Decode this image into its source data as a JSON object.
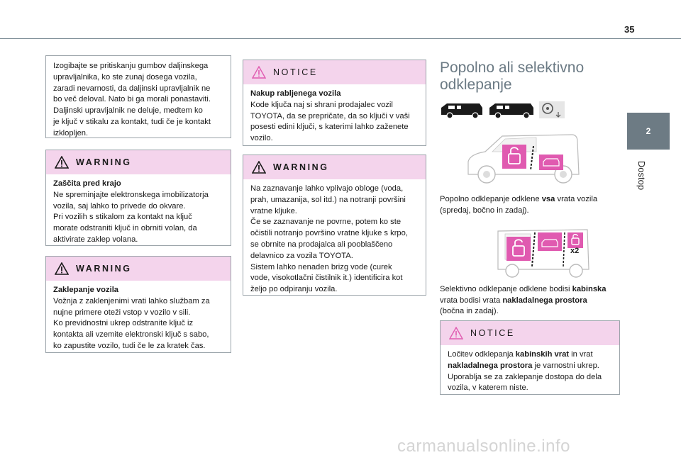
{
  "page_number": "35",
  "side_tab": {
    "number": "2",
    "label": "Dostop"
  },
  "col1": {
    "intro_lines": [
      "Izogibajte se pritiskanju gumbov daljinskega",
      "upravljalnika, ko ste zunaj dosega vozila,",
      "zaradi nevarnosti, da daljinski upravljalnik ne",
      "bo več deloval. Nato bi ga morali ponastaviti.",
      "Daljinski upravljalnik ne deluje, medtem ko",
      "je ključ v stikalu za kontakt, tudi če je kontakt",
      "izklopljen."
    ],
    "warning1": {
      "header": "WARNING",
      "title": "Zaščita pred krajo",
      "lines": [
        "Ne spreminjajte elektronskega imobilizatorja",
        "vozila, saj lahko to privede do okvare.",
        "Pri vozilih s stikalom za kontakt na ključ",
        "morate odstraniti ključ in obrniti volan, da",
        "aktivirate zaklep volana."
      ]
    },
    "warning2": {
      "header": "WARNING",
      "title": "Zaklepanje vozila",
      "lines": [
        "Vožnja z zaklenjenimi vrati lahko službam za",
        "nujne primere oteži vstop v vozilo v sili.",
        "Ko previdnostni ukrep odstranite ključ iz",
        "kontakta ali vzemite elektronski ključ s sabo,",
        "ko zapustite vozilo, tudi če le za kratek čas."
      ]
    }
  },
  "col2": {
    "notice": {
      "header": "NOTICE",
      "title": "Nakup rabljenega vozila",
      "lines": [
        "Kode ključa naj si shrani prodajalec vozil",
        "TOYOTA, da se prepričate, da so ključi v vaši",
        "posesti edini ključi, s katerimi lahko zaženete",
        "vozilo."
      ]
    },
    "warning": {
      "header": "WARNING",
      "lines": [
        "Na zaznavanje lahko vplivajo obloge (voda,",
        "prah, umazanija, sol itd.) na notranji površini",
        "vratne kljuke.",
        "Če se zaznavanje ne povrne, potem ko ste",
        "očistili notranjo površino vratne kljuke s krpo,",
        "se obrnite na prodajalca ali pooblaščeno",
        "delavnico za vozila TOYOTA.",
        "Sistem lahko nenaden brizg vode (curek",
        "vode, visokotlačni čistilnik it.) identificira kot",
        "željo po odpiranju vozila."
      ]
    }
  },
  "col3": {
    "title_line1": "Popolno ali selektivno",
    "title_line2": "odklepanje",
    "p1": {
      "pre": "Popolno odklepanje odklene ",
      "bold": "vsa",
      "post": " vrata vozila",
      "line2": "(spredaj, bočno in zadaj)."
    },
    "figure2_badge": "x2",
    "p2": {
      "pre": "Selektivno odklepanje odklene bodisi ",
      "bold1": "kabinska",
      "mid": "vrata bodisi vrata ",
      "bold2": "nakladalnega prostora",
      "line3": "(bočna in zadaj)."
    },
    "notice": {
      "header": "NOTICE",
      "l1_pre": "Ločitev odklepanja ",
      "l1_bold": "kabinskih vrat",
      "l1_post": " in vrat",
      "l2_bold": "nakladalnega prostora",
      "l2_post": " je varnostni ukrep.",
      "l3": "Uporablja se za zaklepanje dostopa do dela",
      "l4": "vozila, v katerem niste."
    }
  },
  "colors": {
    "pink_header": "#f4d4ec",
    "accent_pink": "#e05ab0",
    "title_gray": "#6b7a84",
    "tab_gray": "#6d7b84"
  },
  "watermark": "carmanualsonline.info"
}
